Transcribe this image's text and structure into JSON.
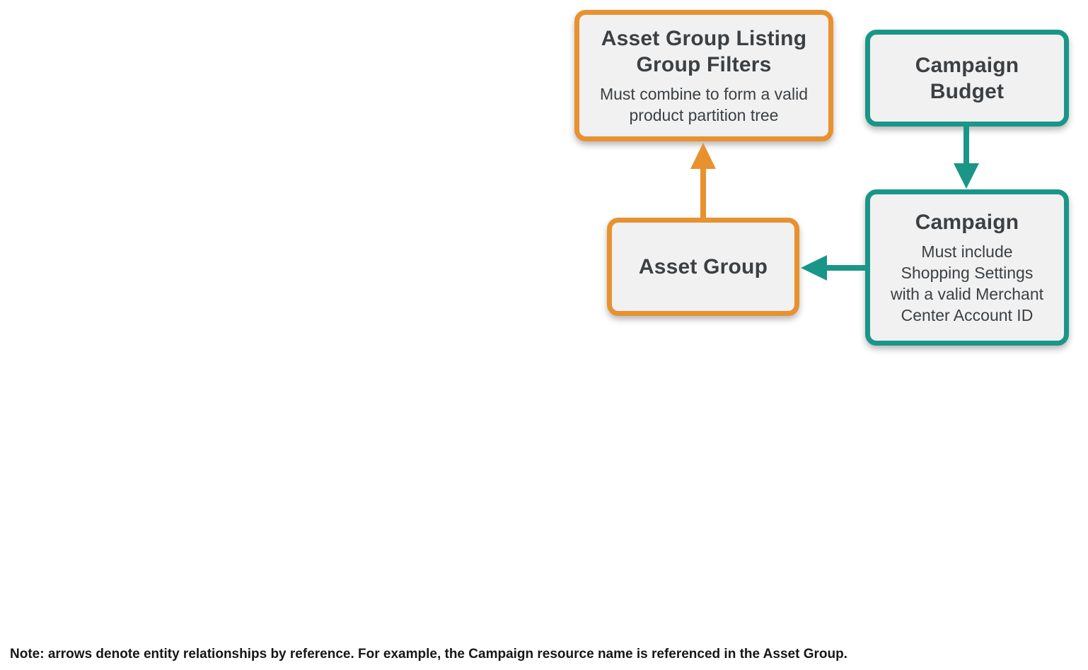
{
  "colors": {
    "orange": "#e8912f",
    "teal": "#1a9688",
    "node_fill": "#f1f1f2",
    "title_text": "#3c4043",
    "subtitle_text": "#3c4043",
    "note_text": "#161616"
  },
  "nodes": {
    "listing_filters": {
      "title": "Asset Group Listing\nGroup Filters",
      "subtitle": "Must combine to form a valid\nproduct partition tree",
      "border_color_key": "orange"
    },
    "campaign_budget": {
      "title": "Campaign\nBudget",
      "border_color_key": "teal"
    },
    "asset_group": {
      "title": "Asset Group",
      "border_color_key": "orange"
    },
    "campaign": {
      "title": "Campaign",
      "subtitle": "Must include\nShopping Settings\nwith a valid Merchant\nCenter Account ID",
      "border_color_key": "teal"
    }
  },
  "arrows": {
    "asset_group_to_listing_filters": {
      "from": "Asset Group",
      "to": "Asset Group Listing Group Filters",
      "direction": "up",
      "color_key": "orange"
    },
    "campaign_budget_to_campaign": {
      "from": "Campaign Budget",
      "to": "Campaign",
      "direction": "down",
      "color_key": "teal"
    },
    "campaign_to_asset_group": {
      "from": "Campaign",
      "to": "Asset Group",
      "direction": "left",
      "color_key": "teal"
    }
  },
  "note": {
    "text": "Note: arrows denote entity relationships by reference. For example, the Campaign resource name is referenced in the Asset Group."
  }
}
